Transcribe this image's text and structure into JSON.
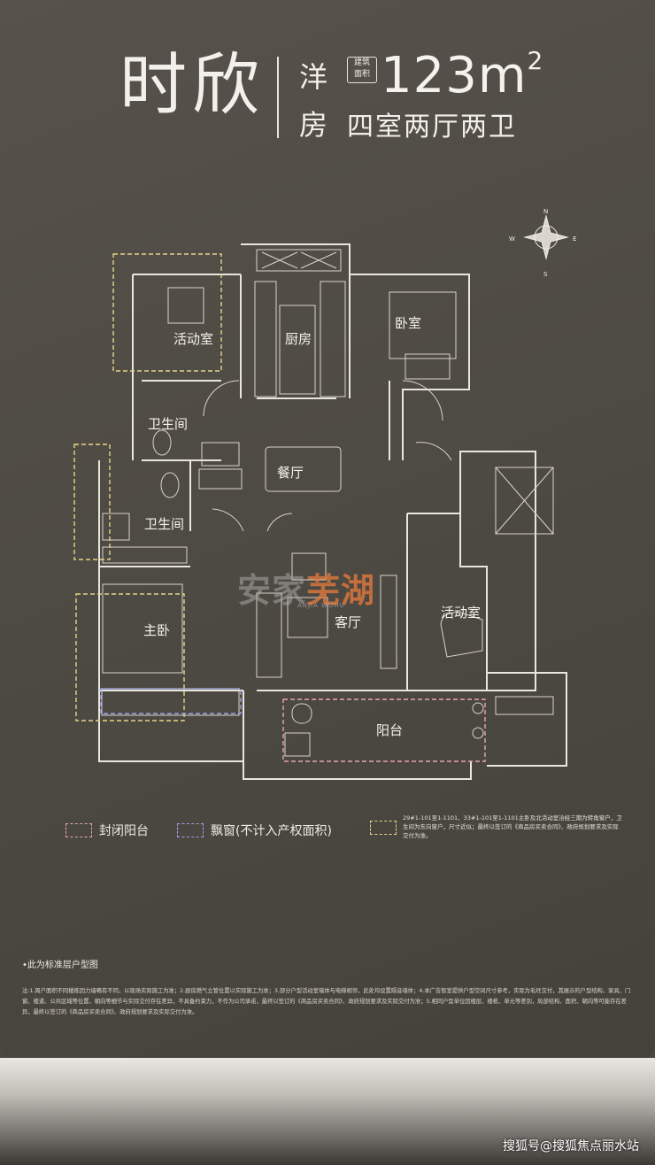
{
  "header": {
    "project": "时欣",
    "type_chars": [
      "洋",
      "房"
    ],
    "area_badge": [
      "建筑",
      "面积"
    ],
    "area_value": "123m",
    "area_unit_sup": "2",
    "layout": "四室两厅两卫"
  },
  "rooms": {
    "activity_top": "活动室",
    "kitchen": "厨房",
    "bedroom": "卧室",
    "bath1": "卫生间",
    "dining": "餐厅",
    "bath2": "卫生间",
    "living": "客厅",
    "master": "主卧",
    "activity_right": "活动室",
    "balcony": "阳台"
  },
  "compass": {
    "n": "N",
    "s": "S",
    "e": "E",
    "w": "W"
  },
  "legend": [
    {
      "label": "封闭阳台",
      "color": "#e7a3b4"
    },
    {
      "label": "飘窗(不计入产权面积)",
      "color": "#9aa3e6"
    }
  ],
  "legend_note_color": "#e6d48a",
  "legend_note": "29#1-101至1-1101、33#1-101至1-1101主卧及北活动室洽经三期为转角窗户，卫生间为东向窗户，尺寸近似；最终以签订的《商品房买卖合同》、政府规划要求及实际交付为准。",
  "standard_note": "•此为标准层户型图",
  "fine_print": "注:1.周户面积不同楼栋因力墙略有不同，以现场实际施工为准；2.厨房燃气立管位置以实际施工为准；3.部分户型活动室墙体与电梯相邻，此处均设置隔音墙体；4.本广告智室提供户型空间尺寸参考，实际为毛坯交付，其展示的户型结构、家具、门窗、楼道、公共区域等位置、朝向等细节与实际交付存在差异，不具备约束力，不作为公司承诺，最终以签订的《商品房买卖合同》、政府规划要求及实际交付为准；5.相同户型单位因楼层、楼栋、单元等差别，局部结构、面积、朝向等可能存在差异，最终以签订的《商品房买卖合同》、政府规划要求及实际交付为准。",
  "watermark": {
    "a": "安家",
    "b": "芜湖",
    "sub": "ANJIA WUHU"
  },
  "corner_credit": "搜狐号@搜狐焦点丽水站",
  "colors": {
    "wall": "#e9e6df",
    "line": "#d9d5cc",
    "pink": "#e7a3b4",
    "blue": "#9aa3e6",
    "yellow": "#e6d48a"
  }
}
